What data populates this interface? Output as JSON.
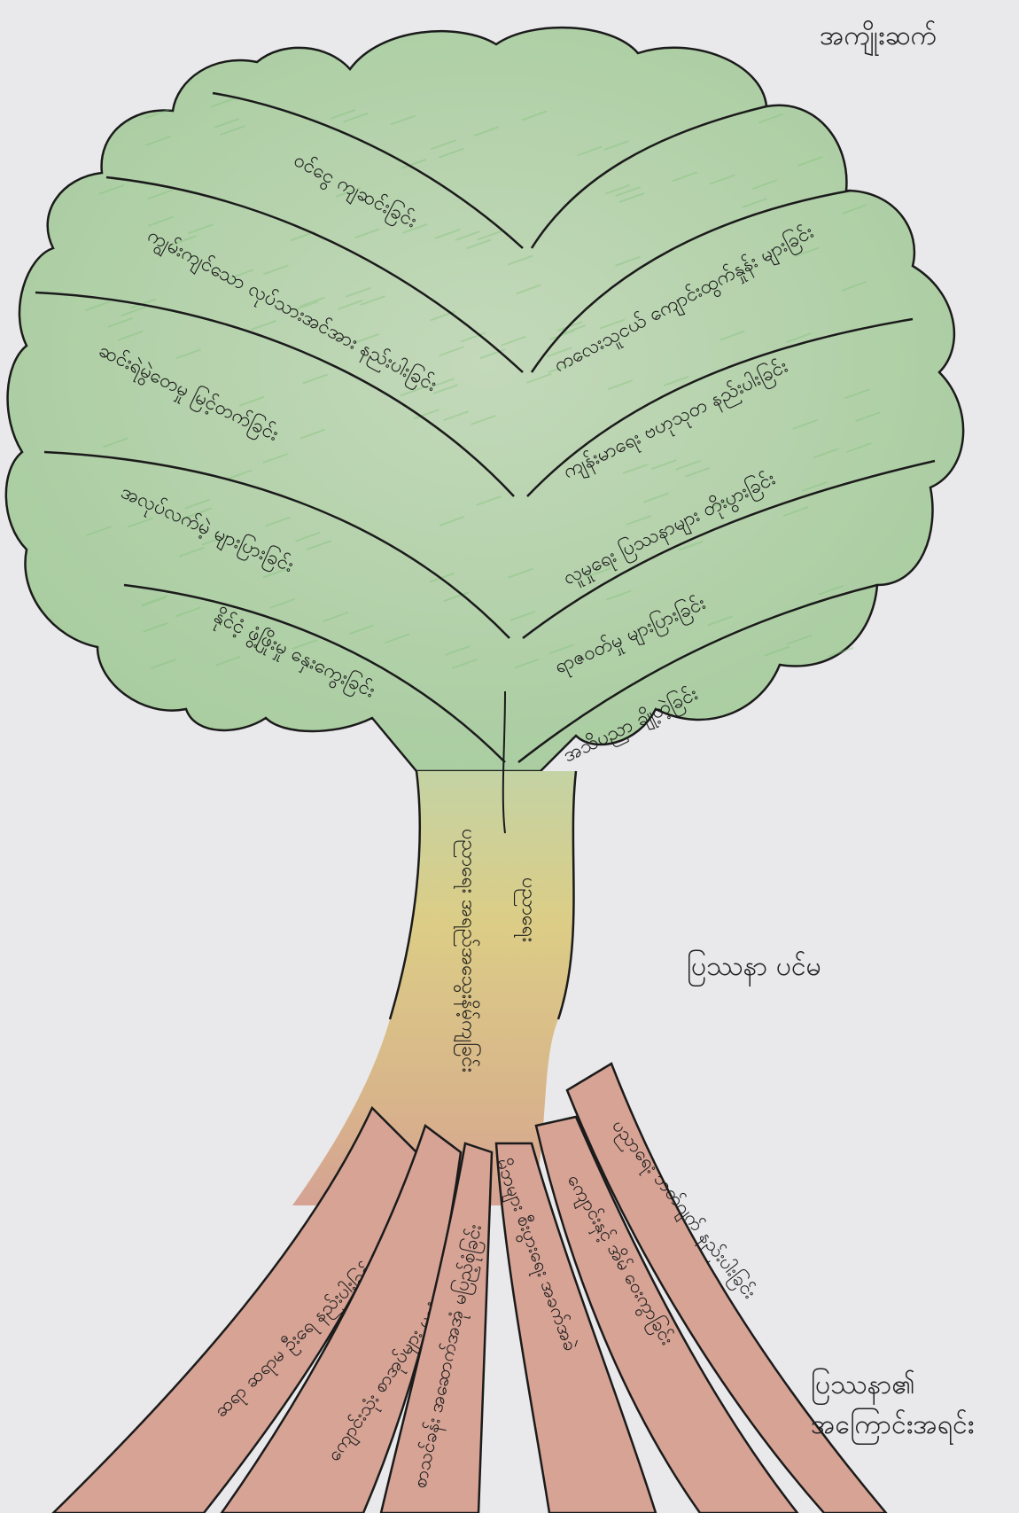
{
  "corner_label": "အကျိုးဆက်",
  "trunk_side_label": "ပြဿနာ ပင်မ",
  "root_side_label": "ပြဿနာ၏ အကြောင်းအရင်း",
  "trunk_texts": [
    "ပညာရေး အရည်အသွေးနိမ့်ကျခြင်း",
    "ပညာရေး"
  ],
  "branches_left": [
    "ဝင်ငွေ ကျဆင်းခြင်း",
    "ကျွမ်းကျင်သော လုပ်သားအင်အား နည်းပါးခြင်း",
    "ဆင်းရဲမွဲတေမှု မြင့်တက်ခြင်း",
    "အလုပ်လက်မဲ့ များပြားခြင်း",
    "နိုင်ငံ့ ဖွံ့ဖြိုးမှု နှေးကွေးခြင်း"
  ],
  "branches_right": [
    "ကလေးသူငယ် ကျောင်းထွက်နှုန်း များခြင်း",
    "ကျန်းမာရေး ဗဟုသုတ နည်းပါးခြင်း",
    "လူမှုရေး ပြဿနာများ တိုးပွားခြင်း",
    "ရာဇဝတ်မှု များပြားခြင်း",
    "အသိပညာ ချို့တဲ့ခြင်း"
  ],
  "roots": [
    "ဆရာ ဆရာမ ဦးရေ နည်းပါးခြင်း",
    "ကျောင်းသုံး စာအုပ်များ မလုံလောက်ခြင်း",
    "စာသင်ခန်း အဆောက်အအုံ မပြည့်စုံခြင်း",
    "မိဘများ စီးပွားရေး အခက်အခဲ",
    "ကျောင်းနှင့် အိမ် ဝေးကွာခြင်း",
    "ပညာရေး ဘတ်ဂျက် နည်းပါးခြင်း"
  ],
  "colors": {
    "paper": "#e9e8ea",
    "canopy": "#b7d3b0",
    "canopy_dark": "#8fc58a",
    "trunk_top": "#c9d3a6",
    "trunk_mid": "#d9cc8a",
    "root": "#d4a494",
    "ink": "#1b1b1b"
  }
}
